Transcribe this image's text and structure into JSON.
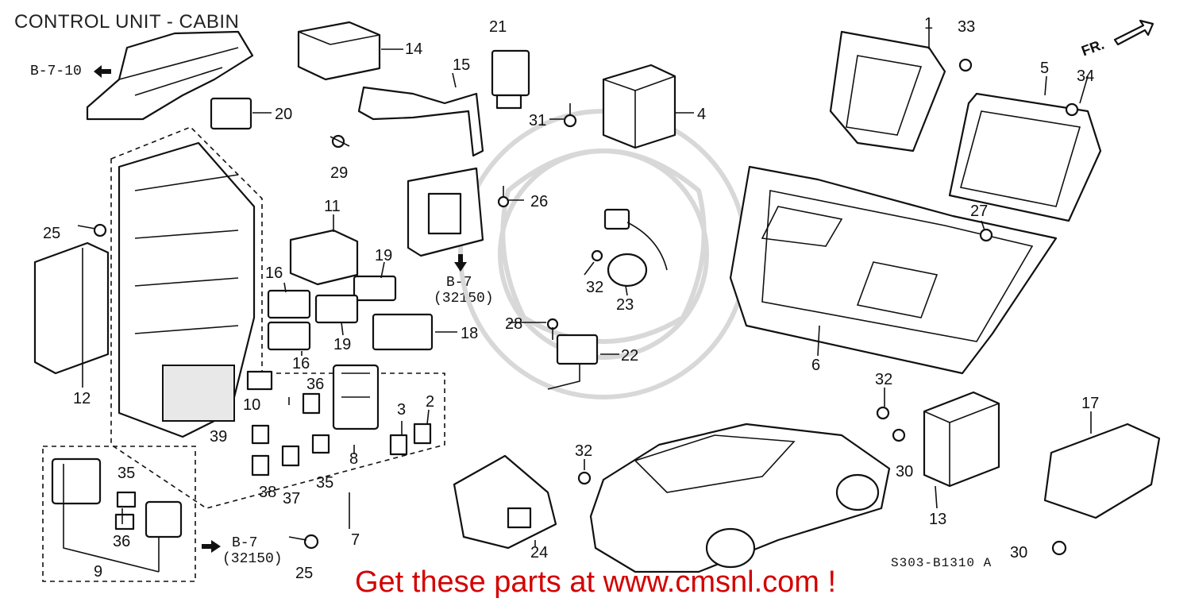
{
  "title": "CONTROL UNIT - CABIN",
  "footer": "Get these parts at www.cmsnl.com !",
  "diagram_code": "S303-B1310 A",
  "direction_label": "FR.",
  "references": {
    "top_left": "B-7-10",
    "center_page": "B-7",
    "center_code": "(32150)",
    "bottom_page": "B-7",
    "bottom_code": "(32150)"
  },
  "part_numbers": {
    "p1": "1",
    "p2": "2",
    "p3": "3",
    "p4": "4",
    "p5": "5",
    "p6": "6",
    "p7": "7",
    "p8": "8",
    "p9": "9",
    "p10": "10",
    "p11": "11",
    "p12": "12",
    "p13": "13",
    "p14": "14",
    "p15": "15",
    "p16a": "16",
    "p16b": "16",
    "p17": "17",
    "p18": "18",
    "p19a": "19",
    "p19b": "19",
    "p20": "20",
    "p21": "21",
    "p22": "22",
    "p23": "23",
    "p24": "24",
    "p25a": "25",
    "p25b": "25",
    "p26": "26",
    "p27": "27",
    "p28": "28",
    "p29": "29",
    "p30a": "30",
    "p30b": "30",
    "p31": "31",
    "p32a": "32",
    "p32b": "32",
    "p32c": "32",
    "p33": "33",
    "p34": "34",
    "p35a": "35",
    "p35b": "35",
    "p36a": "36",
    "p36b": "36",
    "p37": "37",
    "p38": "38",
    "p39": "39"
  },
  "colors": {
    "footer_text": "#d40000",
    "line": "#111111",
    "watermark": "#d8d8d8"
  }
}
